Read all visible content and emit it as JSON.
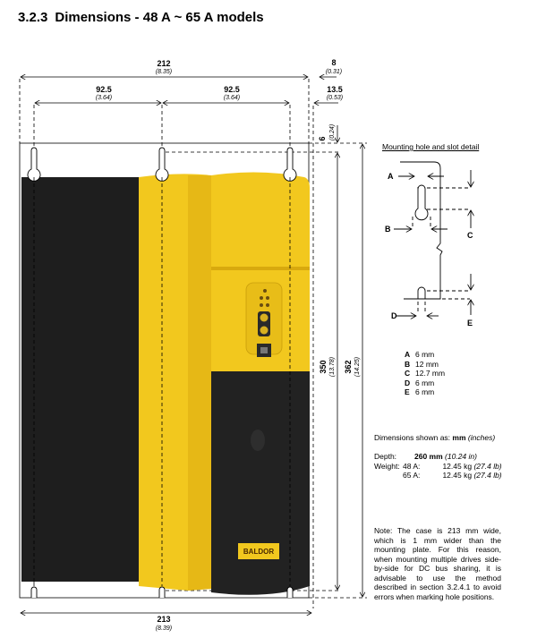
{
  "section": {
    "number": "3.2.3",
    "title": "Dimensions - 48 A ~ 65 A models"
  },
  "drawing": {
    "dim_width_top": {
      "mm": "212",
      "in": "(8.35)"
    },
    "dim_hole_left": {
      "mm": "92.5",
      "in": "(3.64)"
    },
    "dim_hole_right": {
      "mm": "92.5",
      "in": "(3.64)"
    },
    "dim_side_offset": {
      "mm": "8",
      "in": "(0.31)"
    },
    "dim_side_case": {
      "mm": "13.5",
      "in": "(0.53)"
    },
    "dim_top_offset": {
      "mm": "6",
      "in": "(0.24)"
    },
    "dim_hole_height": {
      "mm": "350",
      "in": "(13.78)"
    },
    "dim_total_height": {
      "mm": "362",
      "in": "(14.25)"
    },
    "dim_width_bottom": {
      "mm": "213",
      "in": "(8.39)"
    },
    "logo_text": "BALDOR",
    "colors": {
      "yellow": "#f2c81e",
      "black": "#1e1e1e"
    }
  },
  "detail": {
    "title": "Mounting hole and slot detail",
    "labels": [
      "A",
      "B",
      "C",
      "D",
      "E"
    ],
    "legend": [
      {
        "key": "A",
        "value": "6 mm"
      },
      {
        "key": "B",
        "value": "12 mm"
      },
      {
        "key": "C",
        "value": "12.7 mm"
      },
      {
        "key": "D",
        "value": "6 mm"
      },
      {
        "key": "E",
        "value": "6 mm"
      }
    ]
  },
  "specs": {
    "units_label": "Dimensions shown as:",
    "units_mm": "mm",
    "units_in": "(inches)",
    "depth_label": "Depth:",
    "depth_mm": "260 mm",
    "depth_in": "(10.24 in)",
    "weight_label": "Weight:",
    "weights": [
      {
        "model": "48 A:",
        "kg": "12.45 kg",
        "lb": "(27.4 lb)"
      },
      {
        "model": "65 A:",
        "kg": "12.45 kg",
        "lb": "(27.4 lb)"
      }
    ]
  },
  "note": "Note: The case is 213 mm wide, which is 1 mm wider than the mounting plate. For this reason, when mounting multiple drives side-by-side for DC bus sharing, it is advisable to use the method described in section 3.2.4.1 to avoid errors when marking hole positions."
}
